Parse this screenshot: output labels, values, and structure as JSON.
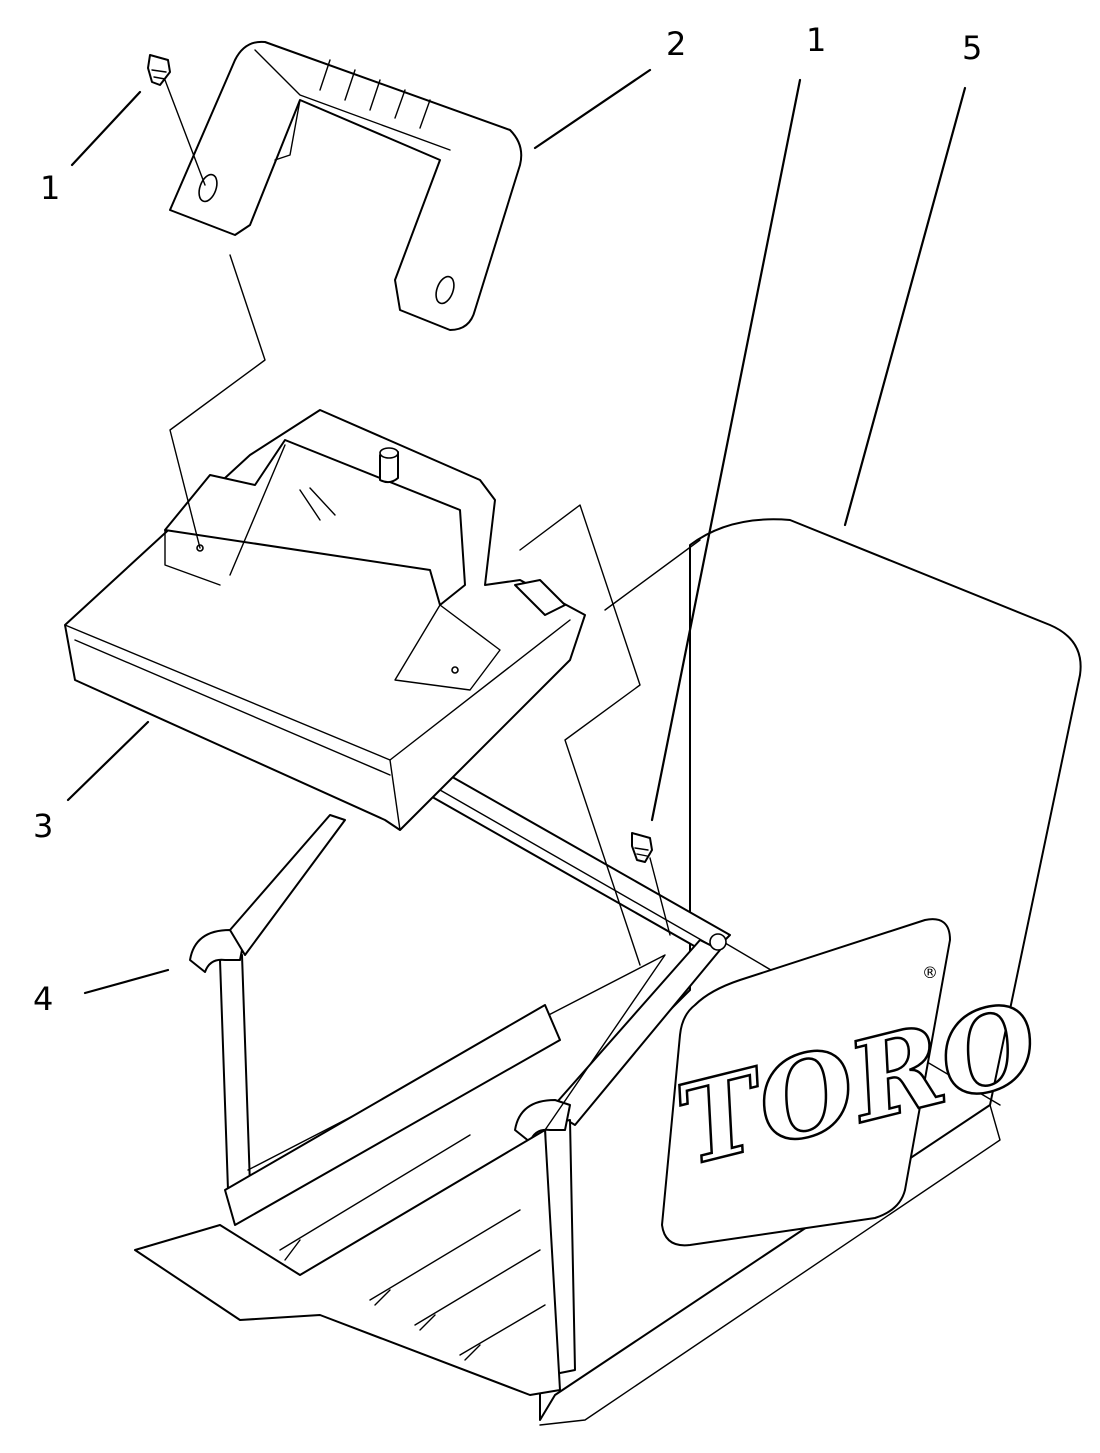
{
  "callouts": [
    {
      "id": "c1a",
      "text": "1"
    },
    {
      "id": "c2",
      "text": "2"
    },
    {
      "id": "c1b",
      "text": "1"
    },
    {
      "id": "c5",
      "text": "5"
    },
    {
      "id": "c3",
      "text": "3"
    },
    {
      "id": "c4",
      "text": "4"
    }
  ],
  "logo": {
    "brand": "TORO",
    "mark": "®"
  }
}
